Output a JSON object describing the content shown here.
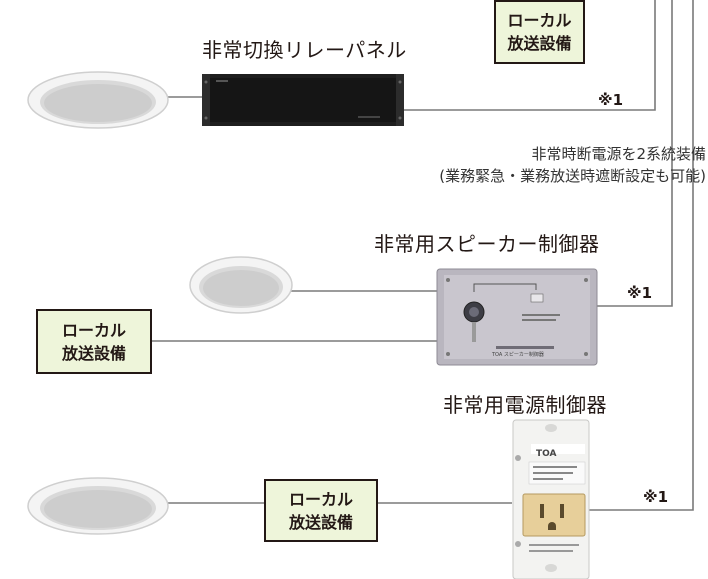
{
  "headings": {
    "relay_panel": "非常切換リレーパネル",
    "speaker_controller": "非常用スピーカー制御器",
    "power_controller": "非常用電源制御器"
  },
  "notes": {
    "power_cutoff_line1": "非常時断電源を2系統装備",
    "power_cutoff_line2": "(業務緊急・業務放送時遮断設定も可能)"
  },
  "marks": {
    "m1": "※1",
    "m2": "※1",
    "m3": "※1"
  },
  "local_boxes": [
    {
      "line1": "ローカル",
      "line2": "放送設備"
    },
    {
      "line1": "ローカル",
      "line2": "放送設備"
    },
    {
      "line1": "ローカル",
      "line2": "放送設備"
    }
  ],
  "device_labels": {
    "brand": "TOA",
    "speaker_controller_plate": "TOA スピーカー制御器"
  },
  "colors": {
    "box_fill": "#eef5da",
    "line": "#7a7a7a",
    "text": "#231815"
  }
}
